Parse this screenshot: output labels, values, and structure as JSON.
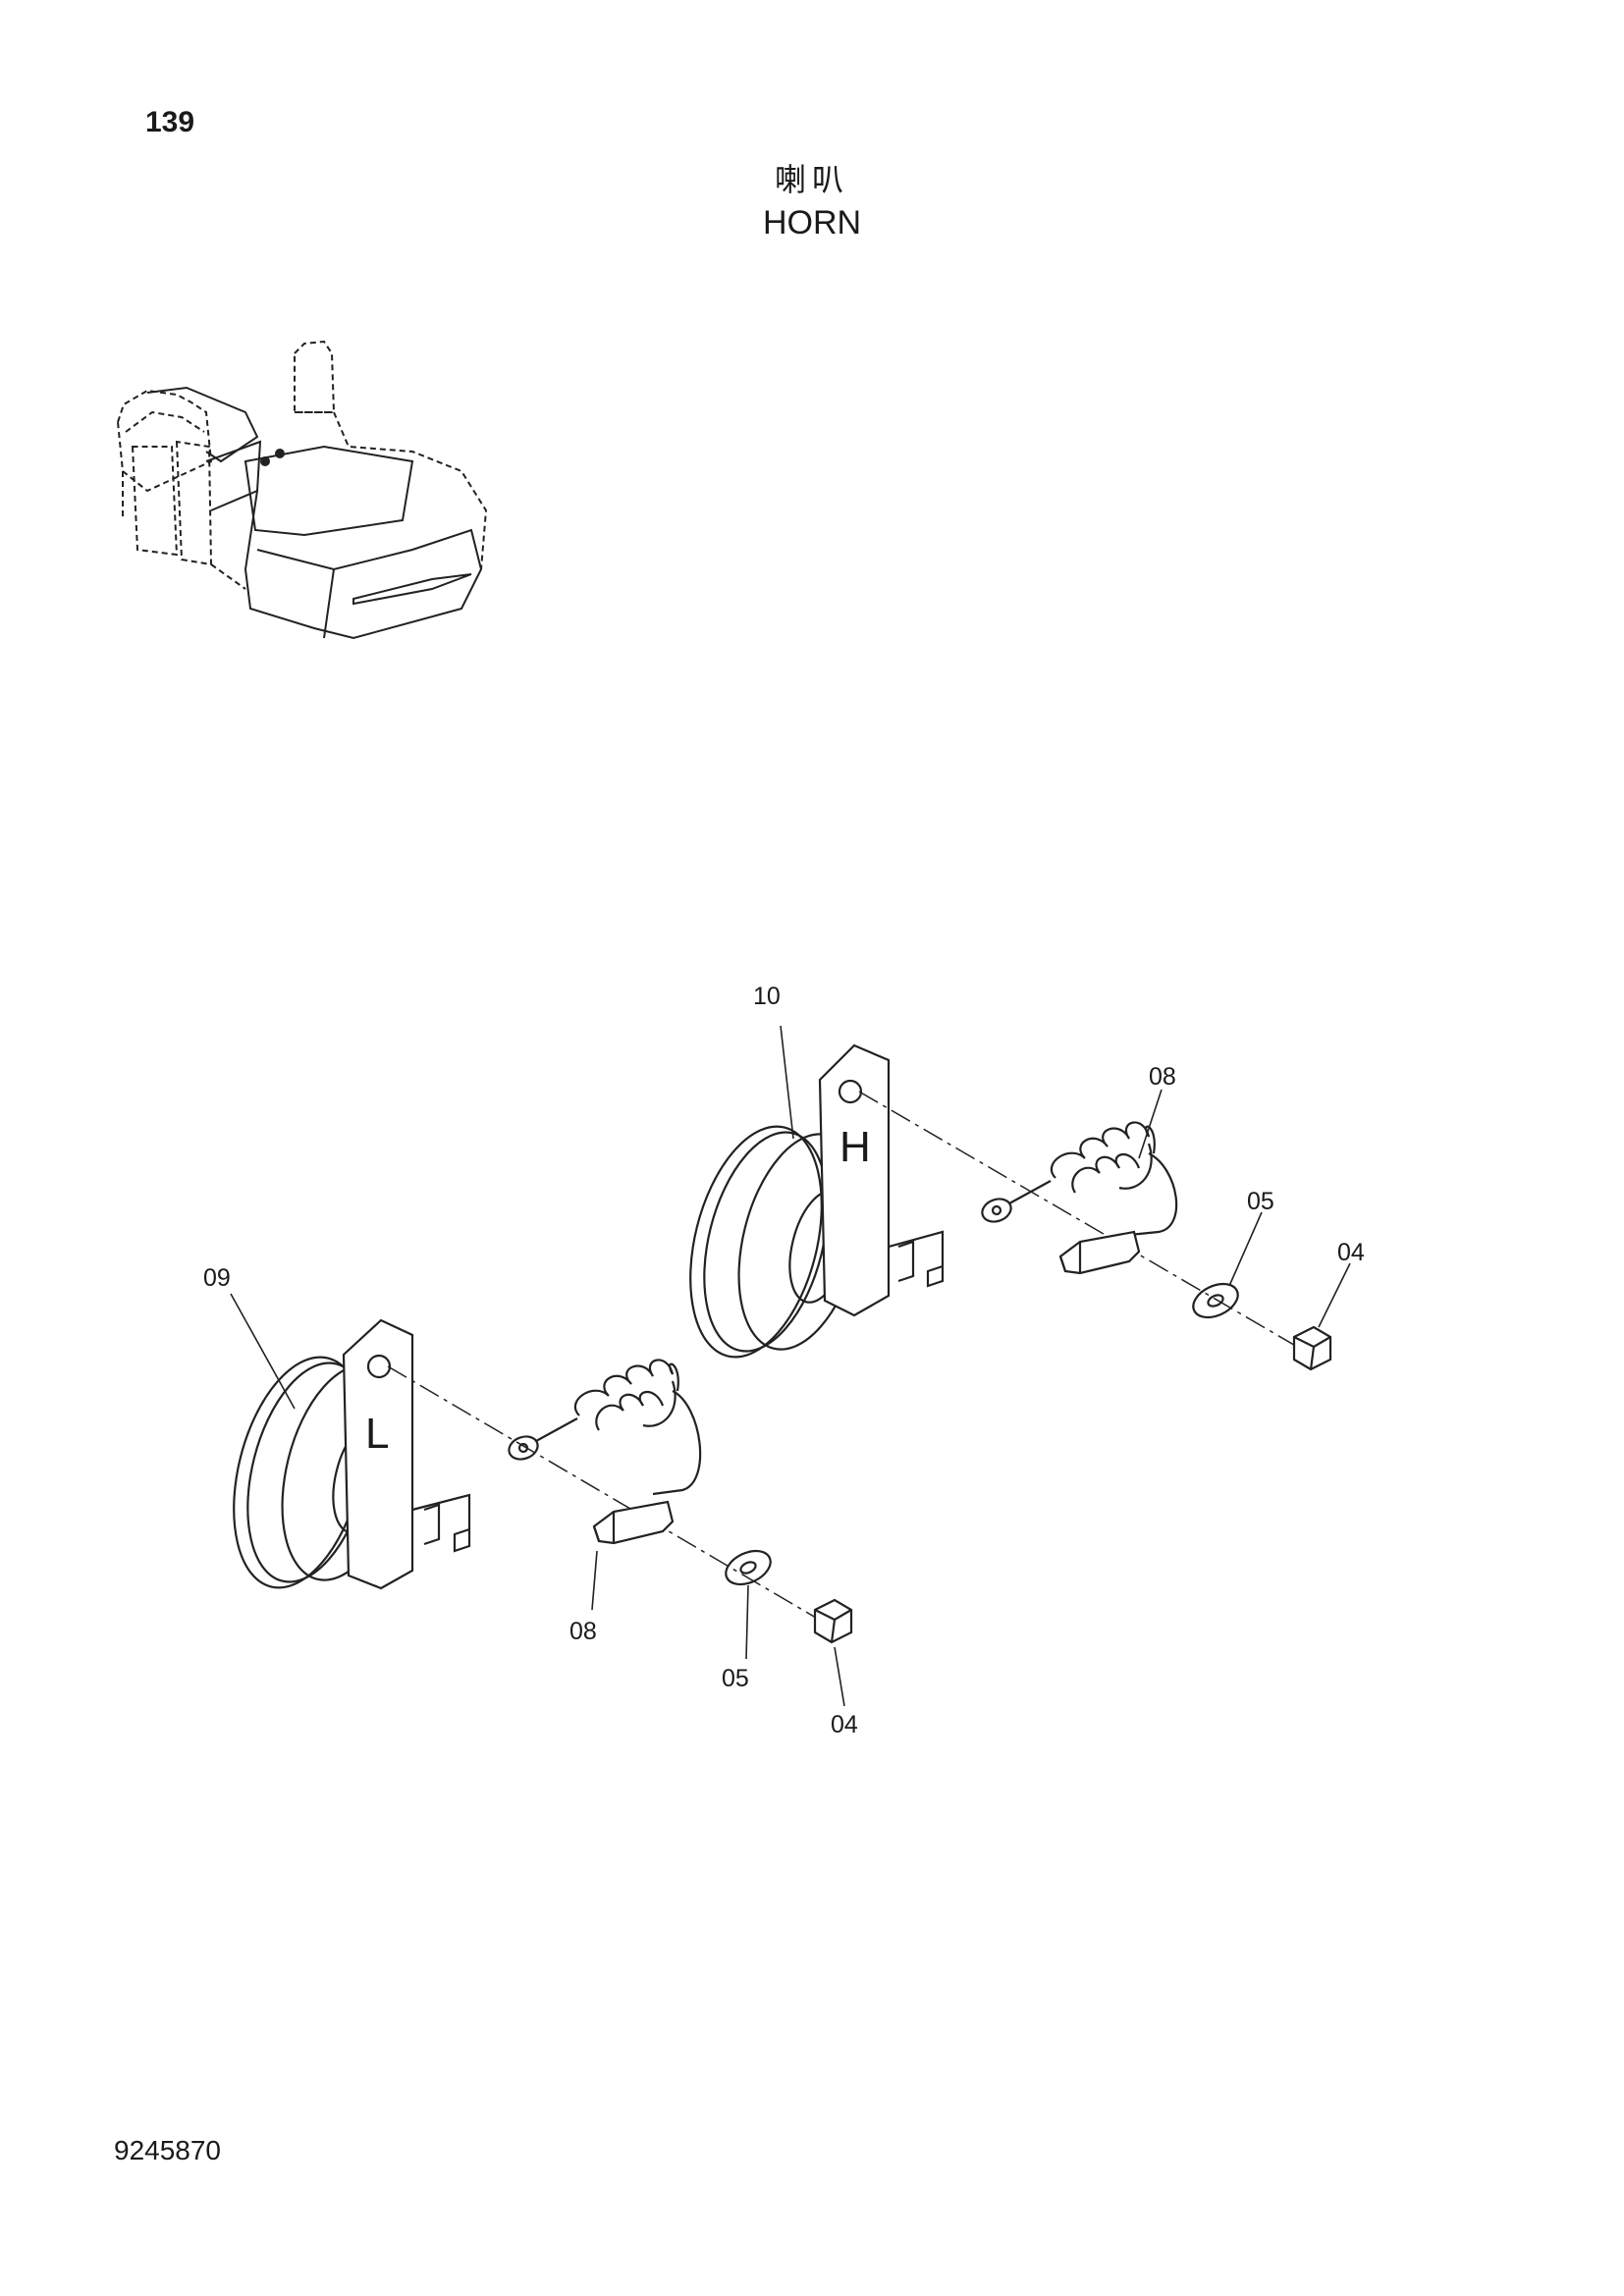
{
  "page": {
    "number": "139",
    "title_cn": "喇叭",
    "title_en": "HORN",
    "doc_number": "9245870"
  },
  "horn_high": {
    "letter": "H",
    "label_horn": "10",
    "label_connector": "08",
    "label_washer": "05",
    "label_nut": "04"
  },
  "horn_low": {
    "letter": "L",
    "label_horn": "09",
    "label_connector": "08",
    "label_washer": "05",
    "label_nut": "04"
  }
}
